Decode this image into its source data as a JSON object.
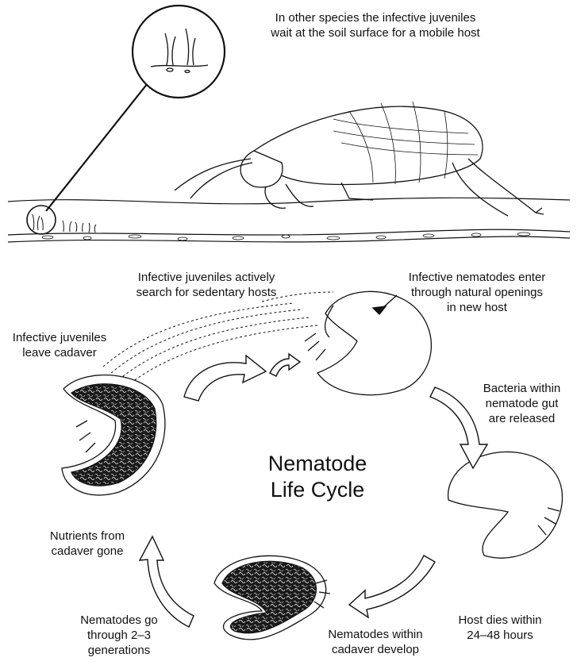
{
  "diagram": {
    "title": "Nematode\nLife Cycle",
    "labels": {
      "soil_surface_wait": "In other species the infective juveniles\nwait at the soil surface for a mobile host",
      "active_search": "Infective juveniles actively\nsearch for sedentary hosts",
      "enter_host": "Infective nematodes enter\nthrough natural openings\nin new host",
      "leave_cadaver": "Infective juveniles\nleave cadaver",
      "bacteria_released": "Bacteria within\nnematode gut\nare released",
      "host_dies": "Host dies within\n24–48 hours",
      "develop": "Nematodes within\ncadaver develop",
      "generations": "Nematodes go\nthrough 2–3\ngenerations",
      "nutrients_gone": "Nutrients from\ncadaver gone"
    }
  },
  "colors": {
    "ink": "#111111",
    "cadaver_fill": "#1a1a1a",
    "background": "#ffffff"
  }
}
